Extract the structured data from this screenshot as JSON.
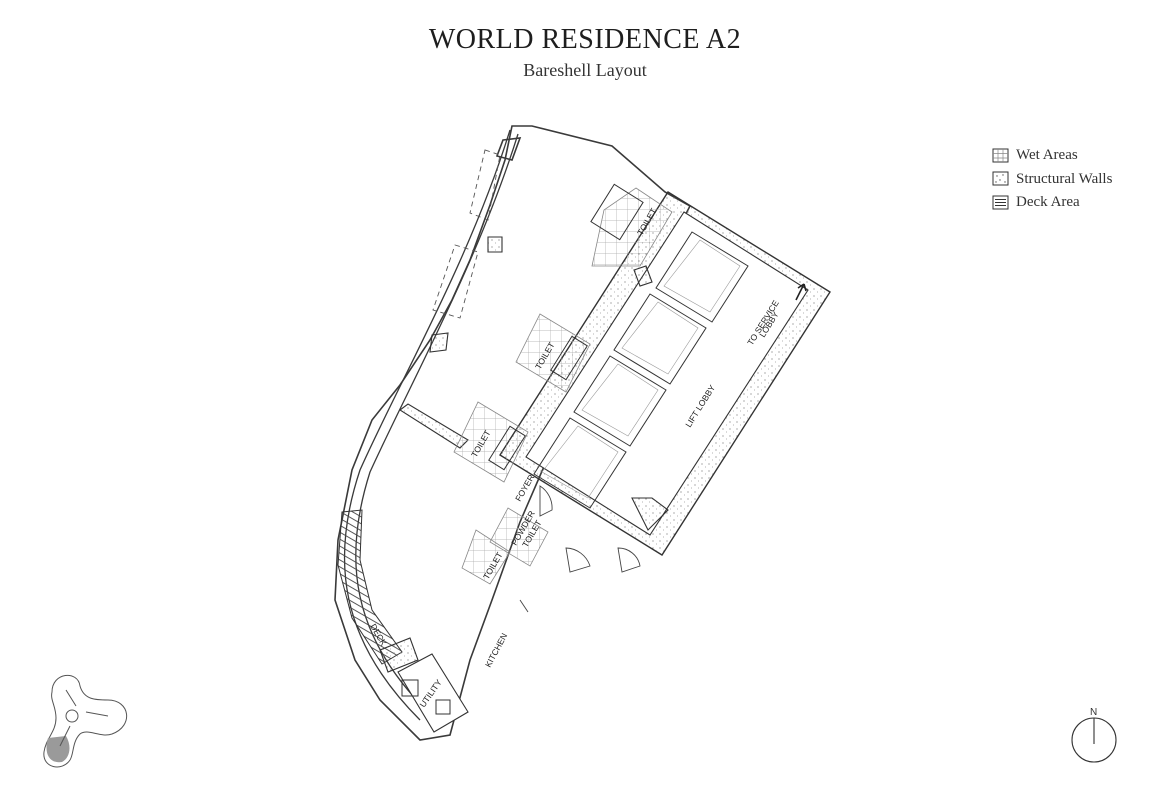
{
  "header": {
    "title": "WORLD RESIDENCE A2",
    "subtitle": "Bareshell Layout"
  },
  "legend": {
    "items": [
      {
        "label": "Wet Areas",
        "icon": "wet-area-swatch-icon"
      },
      {
        "label": "Structural Walls",
        "icon": "structural-wall-swatch-icon"
      },
      {
        "label": "Deck Area",
        "icon": "deck-area-swatch-icon"
      }
    ]
  },
  "rooms": {
    "toilet_1": "TOILET",
    "toilet_2": "TOILET",
    "toilet_3": "TOILET",
    "toilet_4": "TOILET",
    "powder_toilet_line1": "POWDER",
    "powder_toilet_line2": "TOILET",
    "lift_lobby": "LIFT LOBBY",
    "service_lobby_line1": "TO SERVICE",
    "service_lobby_line2": "LOBBY",
    "foyer": "FOYER",
    "kitchen": "KITCHEN",
    "utility": "UTILITY",
    "deck": "DECK"
  },
  "compass": {
    "label": "N"
  },
  "colors": {
    "line": "#3a3a3a",
    "grid": "#a8a8a8",
    "key_plan_highlight": "#9a9a9a"
  }
}
